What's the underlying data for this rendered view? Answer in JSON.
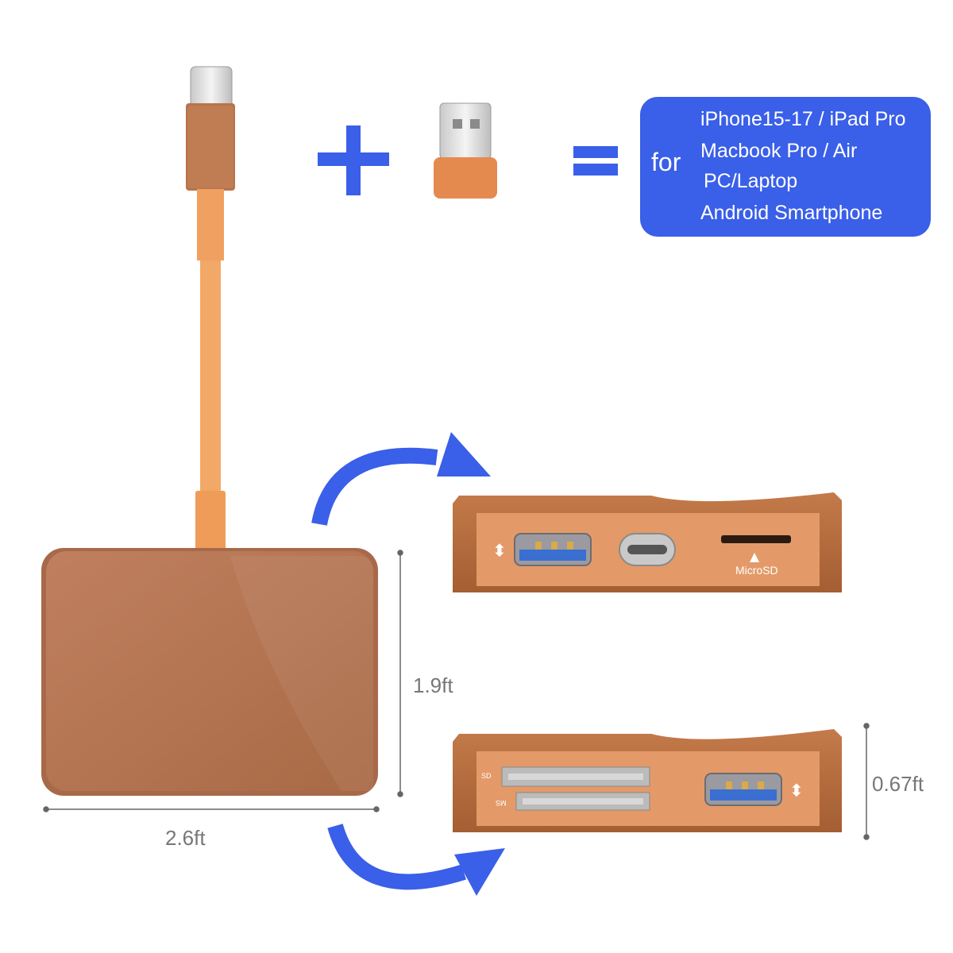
{
  "compatibility": {
    "prefix": "for",
    "lines": [
      "iPhone15-17 / iPad Pro",
      "Macbook Pro / Air",
      "PC/Laptop",
      "Android Smartphone"
    ]
  },
  "dimensions": {
    "height": "1.9ft",
    "width": "2.6ft",
    "depth": "0.67ft"
  },
  "ports": {
    "microsd_label": "MicroSD",
    "sd_label": "SD",
    "ms_label": "MS"
  },
  "colors": {
    "accent_blue": "#3a5fe8",
    "device_brown": "#b87752",
    "cable_orange": "#f0a060",
    "port_panel": "#e39a68"
  },
  "icons": [
    "plus-icon",
    "equals-icon",
    "usb-symbol-icon",
    "curved-arrow-icon"
  ]
}
